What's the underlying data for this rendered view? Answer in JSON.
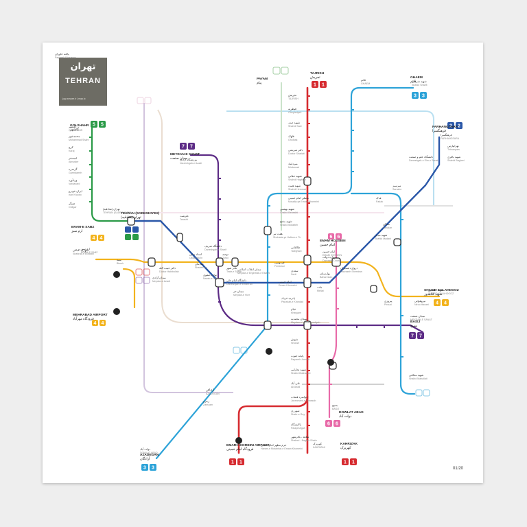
{
  "header": {
    "title_fa": "تهران",
    "title_en": "TEHRAN",
    "url": "jug.ramaxe.ir | map.tc"
  },
  "page_number": "01/20",
  "lines": [
    {
      "id": "1",
      "color": "#d62b30"
    },
    {
      "id": "2",
      "color": "#2a57a8"
    },
    {
      "id": "3",
      "color": "#2da3d8"
    },
    {
      "id": "4",
      "color": "#f2b31d"
    },
    {
      "id": "5",
      "color": "#2a9a47"
    },
    {
      "id": "6",
      "color": "#e86aa8"
    },
    {
      "id": "7",
      "color": "#5d2c86"
    }
  ],
  "terminals": [
    {
      "name": "TAJRISH",
      "fa": "تجریش",
      "badges": [
        "1",
        "1"
      ]
    },
    {
      "name": "KAHRIZAK",
      "fa": "کهریزک",
      "badges": [
        "1",
        "1"
      ]
    },
    {
      "name": "EMAM KHOMEINI AIRPORT",
      "fa": "فرودگاه امام خمینی",
      "badges": [
        "1",
        "1"
      ]
    },
    {
      "name": "FARHANGSARA",
      "fa": "فرهنگسرا",
      "badges": [
        "2",
        "2"
      ]
    },
    {
      "name": "TEHRAN (SADEGHIYEH)",
      "fa": "تهران (صادقیه)",
      "badges": [
        "2",
        "5"
      ]
    },
    {
      "name": "GHAEM",
      "fa": "قائم",
      "badges": [
        "3",
        "3"
      ]
    },
    {
      "name": "AZADEGAN",
      "fa": "آزادگان",
      "badges": [
        "3",
        "3"
      ]
    },
    {
      "name": "ERAM-E SABZ",
      "fa": "ارم سبز",
      "badges": [
        "4",
        "4"
      ]
    },
    {
      "name": "SHAHID KOLAHDOOZ",
      "fa": "شهید کلاهدوز",
      "badges": [
        "4",
        "4"
      ]
    },
    {
      "name": "GOLSHAHR",
      "fa": "گلشهر",
      "badges": [
        "5",
        "5"
      ]
    },
    {
      "name": "EMAM HOSSEIN",
      "fa": "امام حسین",
      "badges": [
        "6",
        "6"
      ]
    },
    {
      "name": "DOWLAT ABAD",
      "fa": "دولت آباد",
      "badges": [
        "6",
        "6"
      ]
    },
    {
      "name": "MEYDAN-E SANAT",
      "fa": "میدان صنعت",
      "badges": [
        "7",
        "7"
      ]
    },
    {
      "name": "BASIJ",
      "fa": "بسیج",
      "badges": [
        "7",
        "7"
      ]
    },
    {
      "name": "MEHRABAD AIRPORT",
      "fa": "فرودگاه مهرآباد",
      "badges": [
        "4",
        "4"
      ]
    },
    {
      "name": "PAYAM",
      "fa": "پیام",
      "badges": [
        "1",
        "1"
      ]
    }
  ],
  "stations": [
    {
      "fa": "تجریش",
      "en": "TAJRISH"
    },
    {
      "fa": "قیطریه",
      "en": "Gheytariyeh"
    },
    {
      "fa": "شهید صدر",
      "en": "Shahid Sadr"
    },
    {
      "fa": "قلهک",
      "en": "Gholhak"
    },
    {
      "fa": "دکتر شریعتی",
      "en": "Doctor Shariati"
    },
    {
      "fa": "میرداماد",
      "en": "Mirdamad"
    },
    {
      "fa": "شهید حقانی",
      "en": "Shahid Haghani"
    },
    {
      "fa": "شهید همت",
      "en": "Shahid Hemmat"
    },
    {
      "fa": "مصلی امام خمینی",
      "en": "Mosalla-ye Emam Khomeini"
    },
    {
      "fa": "شهید بهشتی",
      "en": "Shahid Beheshti"
    },
    {
      "fa": "شهید مفتح",
      "en": "Shahid Mofatteh"
    },
    {
      "fa": "هفت تیر",
      "en": "Shohada-ye Haftom-e Tir"
    },
    {
      "fa": "طالقانی",
      "en": "Taleghani"
    },
    {
      "fa": "دروازه دولت",
      "en": "Darvazeh Dowlat"
    },
    {
      "fa": "سعدی",
      "en": "Sa'di"
    },
    {
      "fa": "امام خمینی",
      "en": "Emam Khomeini"
    },
    {
      "fa": "پانزده خرداد",
      "en": "Panzdah-e Khordad"
    },
    {
      "fa": "خیام",
      "en": "Khayyam"
    },
    {
      "fa": "میدان محمدیه",
      "en": "Meydan-e Mohammadiyeh"
    },
    {
      "fa": "شوش",
      "en": "Shoush"
    },
    {
      "fa": "پایانه جنوب",
      "en": "Payaneh Jonoub"
    },
    {
      "fa": "شهید بخارایی",
      "en": "Shahid Bokharaei"
    },
    {
      "fa": "علی آباد",
      "en": "Ali Abad"
    },
    {
      "fa": "جوانمرد قصاب",
      "en": "Javanmard-e Ghassab"
    },
    {
      "fa": "شهرری",
      "en": "Shahr-e Rey"
    },
    {
      "fa": "پالایشگاه",
      "en": "Palayeshgah"
    },
    {
      "fa": "شاهد - باقرشهر",
      "en": "Shahed - Bagher Shahr"
    },
    {
      "fa": "حرم مطهر امام خمینی",
      "en": "Haram-e Motahhar-e Emam Khomeini"
    },
    {
      "fa": "کهریزک",
      "en": "KAHRIZAK"
    },
    {
      "fa": "فرهنگسرا",
      "en": "FARHANGSARA"
    },
    {
      "fa": "تهرانپارس",
      "en": "Tehranpars"
    },
    {
      "fa": "شهید باقری",
      "en": "Shahid Bagheri"
    },
    {
      "fa": "دانشگاه علم و صنعت",
      "en": "Daneshgah-e Elm-o Sanat"
    },
    {
      "fa": "سرسبز",
      "en": "Sarsabz"
    },
    {
      "fa": "فدک",
      "en": "Fadak"
    },
    {
      "fa": "سبلان",
      "en": "Sabalan"
    },
    {
      "fa": "شهید مدنی",
      "en": "Shahid Madani"
    },
    {
      "fa": "امام حسین",
      "en": "EMAM HOSSEIN"
    },
    {
      "fa": "بهارستان",
      "en": "Baharestan"
    },
    {
      "fa": "ملت",
      "en": "Mellat"
    },
    {
      "fa": "دروازه شمیران",
      "en": "Darvazeh Shemiran"
    },
    {
      "fa": "میدان حر",
      "en": "Meydan-e Horr"
    },
    {
      "fa": "دانشگاه امام علی",
      "en": "Daneshgah-e Emam Ali"
    },
    {
      "fa": "نواب صفوی",
      "en": "Navab-e Safavi"
    },
    {
      "fa": "شادمان",
      "en": "Shademan"
    },
    {
      "fa": "دانشگاه شریف",
      "en": "Daneshgah-e Sharif"
    },
    {
      "fa": "طرشت",
      "en": "Tarasht"
    },
    {
      "fa": "تهران (صادقیه)",
      "en": "TEHRAN (SADEGHIYEH)"
    },
    {
      "fa": "ارم سبز",
      "en": "ERAM-E SABZ"
    },
    {
      "fa": "شهرک اکباتان",
      "en": "Shahrak-e Ekbatan"
    },
    {
      "fa": "بیمه",
      "en": "Bimeh"
    },
    {
      "fa": "میدان آزادی",
      "en": "Meydan-e Azadi"
    },
    {
      "fa": "دکتر حبیب الله",
      "en": "Doctor Habibollah"
    },
    {
      "fa": "استاد معین",
      "en": "Ostad Mo'in"
    },
    {
      "fa": "توحید",
      "en": "Tohid"
    },
    {
      "fa": "میدان انقلاب اسلامی",
      "en": "Meydan-e Enghelab-e Eslami"
    },
    {
      "fa": "تئاتر شهر",
      "en": "Teatr-e Shahr"
    },
    {
      "fa": "فردوسی",
      "en": "Ferdowsi"
    },
    {
      "fa": "شهید کلاهدوز",
      "en": "SHAHID KOLAHDOOZ"
    },
    {
      "fa": "نیروهوایی",
      "en": "Niroo Havaei"
    },
    {
      "fa": "پیروزی",
      "en": "Pirouzi"
    },
    {
      "fa": "گلشهر",
      "en": "GOLSHAHR"
    },
    {
      "fa": "محمدشهر",
      "en": "Mohammad Shahr"
    },
    {
      "fa": "کرج",
      "en": "Karaj"
    },
    {
      "fa": "اتمسفر",
      "en": "Atmosfer"
    },
    {
      "fa": "گرمدره",
      "en": "Garmdarreh"
    },
    {
      "fa": "وردآورد",
      "en": "Vardavard"
    },
    {
      "fa": "ایران خودرو",
      "en": "Iran Khodro"
    },
    {
      "fa": "چیتگر",
      "en": "Chitgar"
    },
    {
      "fa": "ورزشگاه آزادی",
      "en": "Varzeshgah-e Azadi"
    },
    {
      "fa": "میدان صنعت",
      "en": "MEYDAN-E SANAT"
    },
    {
      "fa": "بسیج",
      "en": "BASIJ"
    },
    {
      "fa": "دولت آباد",
      "en": "DOWLAT ABAD"
    },
    {
      "fa": "آزادگان",
      "en": "AZADEGAN"
    },
    {
      "fa": "زمزم",
      "en": "Zamzam"
    },
    {
      "fa": "شهید شریفی",
      "en": "Shahid Sharifi"
    },
    {
      "fa": "قائم",
      "en": "GHAEM"
    },
    {
      "fa": "شهید محلاتی",
      "en": "Shahid Mahallati"
    },
    {
      "fa": "پایانه خاوران",
      "en": "Payaneh Khavaran"
    }
  ]
}
